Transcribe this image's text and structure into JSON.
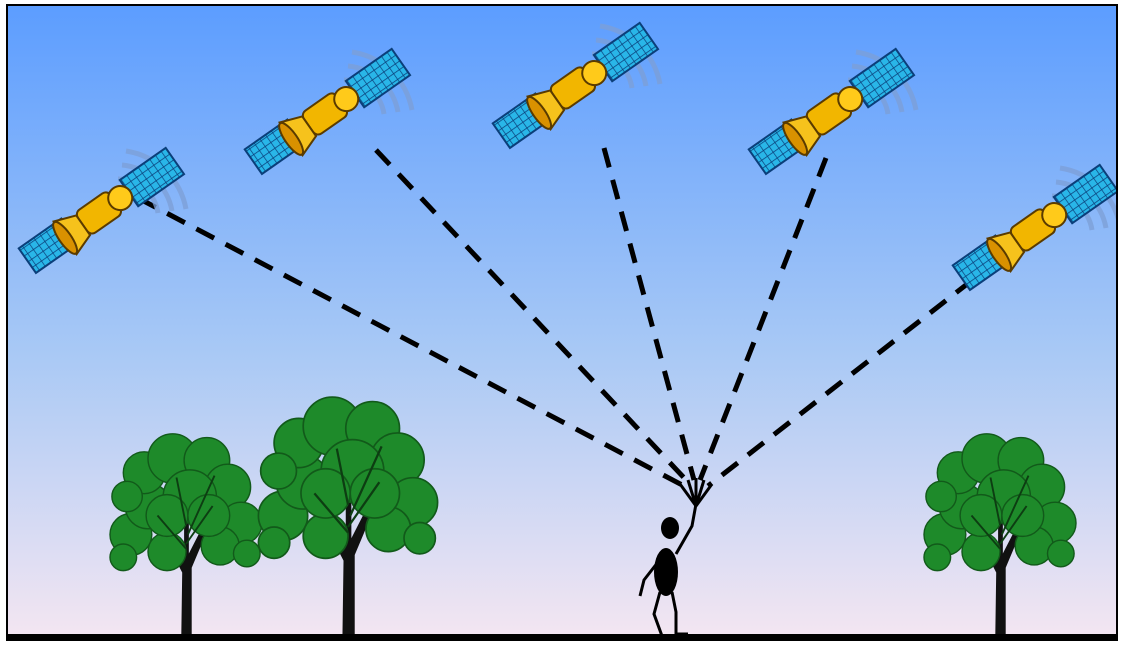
{
  "scene": {
    "sky_top_color": "#5c9dff",
    "sky_bottom_color": "#f4e6f2",
    "ground_color": "#000000",
    "satellite_count": 5,
    "tree_count": 3,
    "signal_line_style": "dashed",
    "receiver": "person-with-antenna"
  },
  "colors": {
    "satellite_body": "#f2b600",
    "solar_panel": "#29b6e8",
    "tree_foliage": "#1e8a2a",
    "trunk": "#111111",
    "signal_arcs": "#7d9fd6"
  },
  "icons": [
    "satellite-icon",
    "tree-icon",
    "person-icon",
    "signal-waves-icon"
  ]
}
